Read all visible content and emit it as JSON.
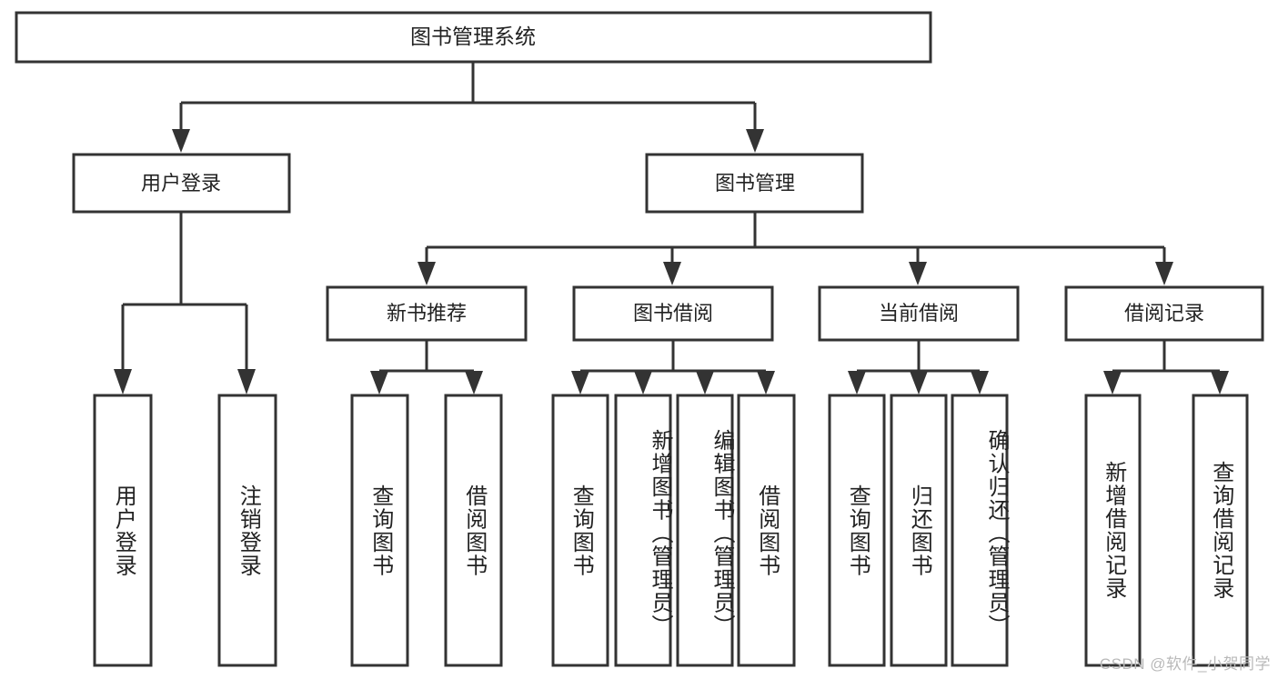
{
  "diagram": {
    "title": "图书管理系统",
    "type": "tree-hierarchy",
    "root": {
      "label": "图书管理系统"
    },
    "level2": [
      {
        "label": "用户登录"
      },
      {
        "label": "图书管理"
      }
    ],
    "level3": [
      {
        "label": "新书推荐"
      },
      {
        "label": "图书借阅"
      },
      {
        "label": "当前借阅"
      },
      {
        "label": "借阅记录"
      }
    ],
    "leaves": {
      "user_login": [
        {
          "label": "用户登录"
        },
        {
          "label": "注销登录"
        }
      ],
      "new_book_recommend": [
        {
          "label": "查询图书"
        },
        {
          "label": "借阅图书"
        }
      ],
      "book_borrow": [
        {
          "label": "查询图书"
        },
        {
          "label": "新增图书（管理员）"
        },
        {
          "label": "编辑图书（管理员）"
        },
        {
          "label": "借阅图书"
        }
      ],
      "current_borrow": [
        {
          "label": "查询图书"
        },
        {
          "label": "归还图书"
        },
        {
          "label": "确认归还（管理员）"
        }
      ],
      "borrow_record": [
        {
          "label": "新增借阅记录"
        },
        {
          "label": "查询借阅记录"
        }
      ]
    }
  },
  "watermark": {
    "text": "CSDN @软件_小贺同学"
  },
  "colors": {
    "stroke": "#333333",
    "box_fill": "#ffffff",
    "text": "#222222",
    "watermark": "#b9b9b9",
    "background": "#ffffff"
  }
}
